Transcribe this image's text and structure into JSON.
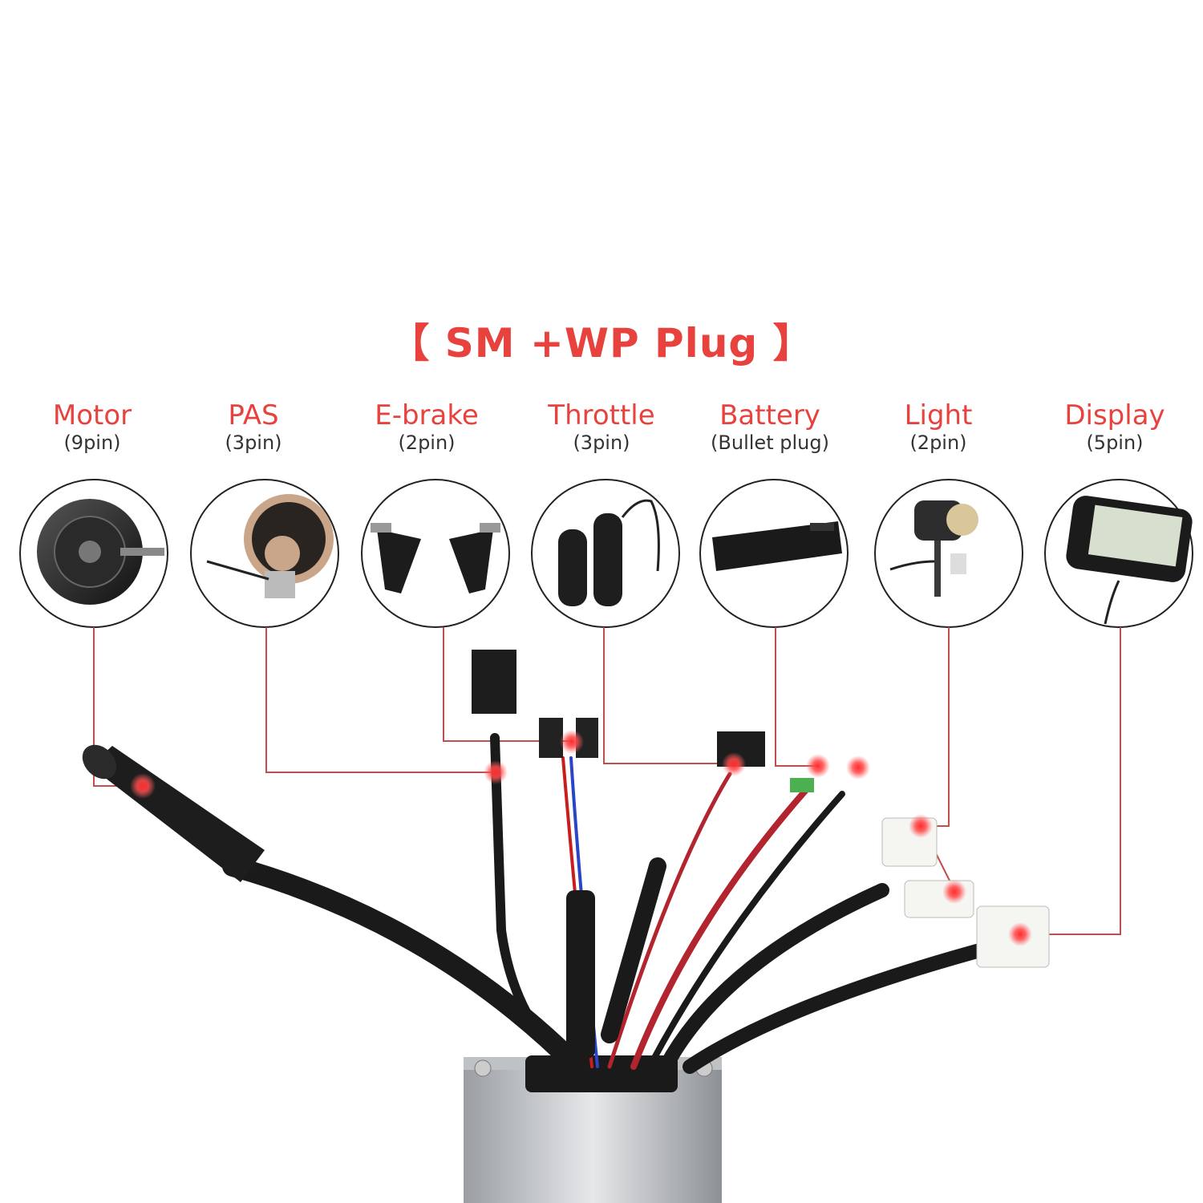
{
  "title": "【 SM +WP Plug 】",
  "components": [
    {
      "name": "Motor",
      "pin": "(9pin)",
      "icon": "hub-motor-icon"
    },
    {
      "name": "PAS",
      "pin": "(3pin)",
      "icon": "pas-sensor-icon"
    },
    {
      "name": "E-brake",
      "pin": "(2pin)",
      "icon": "brake-lever-icon"
    },
    {
      "name": "Throttle",
      "pin": "(3pin)",
      "icon": "throttle-grip-icon"
    },
    {
      "name": "Battery",
      "pin": "(Bullet plug)",
      "icon": "battery-pack-icon"
    },
    {
      "name": "Light",
      "pin": "(2pin)",
      "icon": "headlight-icon"
    },
    {
      "name": "Display",
      "pin": "(5pin)",
      "icon": "lcd-display-icon"
    }
  ],
  "colors": {
    "accent": "#e8423f",
    "leader": "#c0504d",
    "cable": "#1a1a1a"
  }
}
